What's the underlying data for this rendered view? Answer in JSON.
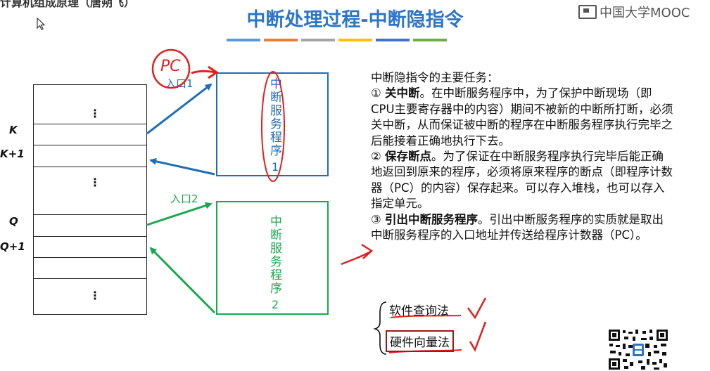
{
  "header": {
    "top_left_text": "计算机组成原理（唐朔飞）",
    "title": "中断处理过程-中断隐指令",
    "logo_text": "中国大学MOOC",
    "color_bar": [
      "#5b9bd5",
      "#ed7d31",
      "#a5a5a5",
      "#ffc000",
      "#4472c4",
      "#70ad47"
    ]
  },
  "memory": {
    "labels": {
      "k": "K",
      "k1": "K+1",
      "q": "Q",
      "q1": "Q+1"
    },
    "dots": "⋮"
  },
  "isr1": {
    "entry": "入口1",
    "text": "中断服务程序",
    "num": "1",
    "color": "#1e6db8"
  },
  "isr2": {
    "entry": "入口2",
    "text": "中断服务程序",
    "num": "2",
    "color": "#1aa84f"
  },
  "annotation": {
    "pc": "PC",
    "ink_color": "#e02020"
  },
  "description": {
    "intro": "中断隐指令的主要任务：",
    "item1_marker": "①",
    "item1_title": "关中断",
    "item1_body": "。在中断服务程序中，为了保护中断现场（即CPU主要寄存器中的内容）期间不被新的中断所打断，必须关中断，从而保证被中断的程序在中断服务程序执行完毕之后能接着正确地执行下去。",
    "item2_marker": "②",
    "item2_title": "保存断点",
    "item2_body": "。为了保证在中断服务程序执行完毕后能正确地返回到原来的程序，必须将原来程序的断点（即程序计数器（PC）的内容）保存起来。可以存入堆栈，也可以存入指定单元。",
    "item3_marker": "③",
    "item3_title": "引出中断服务程序",
    "item3_body": "。引出中断服务程序的实质就是取出中断服务程序的入口地址并传送给程序计数器（PC）。"
  },
  "methods": {
    "software": "软件查询法",
    "hardware": "硬件向量法"
  }
}
